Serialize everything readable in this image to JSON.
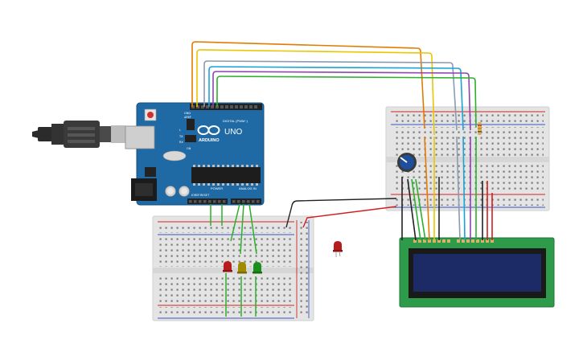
{
  "board": {
    "brand": "ARDUINO",
    "model": "UNO",
    "header_digital": "DIGITAL (PWM~)",
    "header_power": "POWER",
    "header_analog": "ANALOG IN",
    "label_tx": "TX",
    "label_rx": "RX",
    "label_l": "L",
    "label_on": "ON",
    "label_aref": "AREF",
    "label_gnd": "GND",
    "label_ioref": "IOREF",
    "label_reset": "RESET"
  },
  "colors": {
    "board_blue": "#1f6aa5",
    "breadboard": "#e4e4e4",
    "rail_red": "#d22323",
    "rail_blue": "#3a56c8",
    "lcd_pcb": "#2e9b4a",
    "lcd_screen": "#1c2a66",
    "wire_orange": "#e37b00",
    "wire_yellow": "#e8c600",
    "wire_gray": "#8b9bb0",
    "wire_cyan": "#1aa3d6",
    "wire_purple": "#8e44ad",
    "wire_green": "#2bb12b",
    "wire_black": "#222222",
    "wire_red": "#d01e1e",
    "led_red": "#b71c1c",
    "led_yellow": "#a08a00",
    "led_green": "#1b8f1b",
    "pot_blue": "#1d4f9c"
  },
  "icons": [
    "usb-cable-icon",
    "reset-button-icon",
    "potentiometer-icon",
    "led-icon",
    "resistor-icon",
    "lcd-display-icon",
    "microcontroller-chip-icon",
    "infinity-logo-icon"
  ]
}
